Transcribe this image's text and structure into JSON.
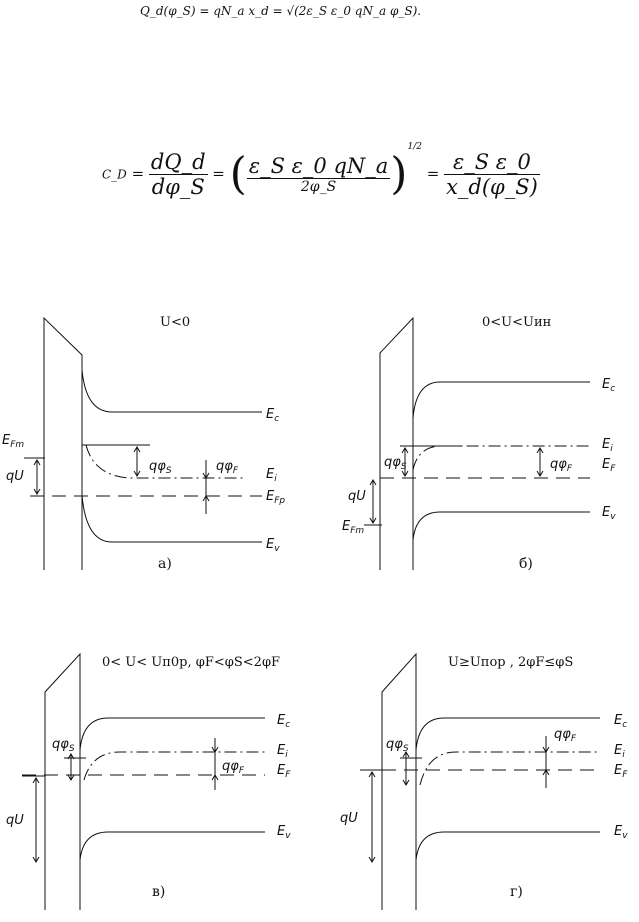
{
  "formula_qd": "Q_d(φ_S) = qN_a x_d = √(2ε_S ε_0 qN_a φ_S).",
  "formula_cd": {
    "lhs": "C_D",
    "num1": "dQ_d",
    "den1": "dφ_S",
    "num2": "ε_S ε_0 qN_a",
    "den2": "2φ_S",
    "power": "1/2",
    "num3": "ε_S ε_0",
    "den3": "x_d(φ_S)"
  },
  "panels": [
    {
      "id": "a",
      "title": "U<0",
      "caption": "а)"
    },
    {
      "id": "b",
      "title": "0<U<Uин",
      "caption": "б)"
    },
    {
      "id": "c",
      "title": "0< U< Uп0р, φF<φS<2φF",
      "caption": "в)"
    },
    {
      "id": "d",
      "title": "U≥Uпор , 2φF≤φS",
      "caption": "г)"
    }
  ],
  "labels": {
    "Ec": "E",
    "Ec_sub": "c",
    "Ev": "E",
    "Ev_sub": "v",
    "Ei": "E",
    "Ei_sub": "i",
    "EF": "E",
    "EF_sub": "F",
    "EFm": "E",
    "EFm_sub": "Fm",
    "EFp": "E",
    "EFp_sub": "Fp",
    "qU": "qU",
    "qphiS": "qφ",
    "qphiS_sub": "S",
    "qphiF": "qφ",
    "qphiF_sub": "F"
  }
}
